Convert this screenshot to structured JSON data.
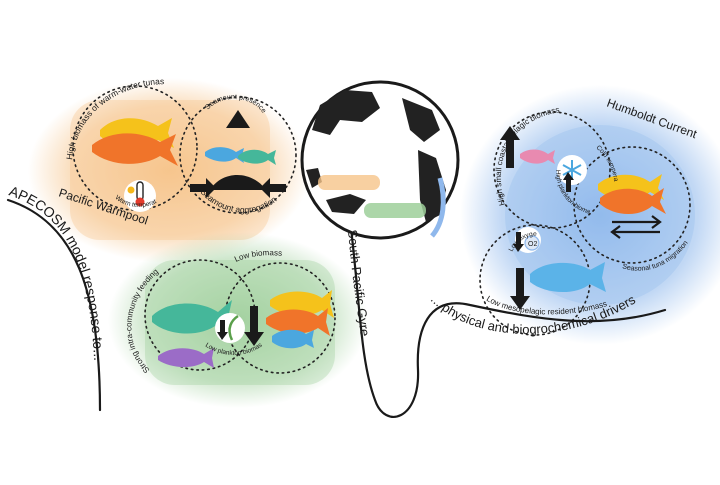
{
  "colors": {
    "warmpool": "#f6c48a",
    "gyre": "#9ecf9a",
    "humboldt": "#8fb8ec",
    "tuna_yellow": "#f5c21b",
    "tuna_orange": "#f0742a",
    "small_pelagic_blue": "#4ba7df",
    "teal_fish": "#45b79a",
    "purple_fish": "#9b6cc7",
    "pink_fish": "#e88ab0",
    "mesopelagic_blue": "#5bb3e8"
  },
  "main": {
    "title_left": "APECOSM model response to...",
    "title_right": "... physical and biogrochemical drivers"
  },
  "warmpool": {
    "label": "Pacific Warmpool",
    "tuna_caption": "High biomass of warm-water tunas",
    "warm_temp": "Warm temperature",
    "seamount_presence": "Seamount presence",
    "seamount_aggregation": "Seamount aggregation",
    "icons": [
      "thermometer-icon",
      "sun-icon",
      "seamount-icon",
      "converging-arrows-icon"
    ]
  },
  "gyre": {
    "label": "South Pacific Gyre",
    "low_biomass": "Low biomass",
    "intra_feeding": "Strong intra-community feeding",
    "low_plankton": "Low plankton biomass",
    "icons": [
      "down-arrow-icon",
      "plankton-icon"
    ]
  },
  "humboldt": {
    "label": "Humboldt Current",
    "small_pelagic": "High small coastal pelagic biomass",
    "cold_temp": "Cold temperature",
    "high_plankton": "High plankton biomass",
    "low_oxygen": "Low oxygen",
    "o2": "O2",
    "low_meso": "Low mesopelagic resident biomass",
    "tuna_migration": "Seasonal tuna migration",
    "icons": [
      "snowflake-icon",
      "up-arrow-icon",
      "double-arrow-icon"
    ]
  }
}
